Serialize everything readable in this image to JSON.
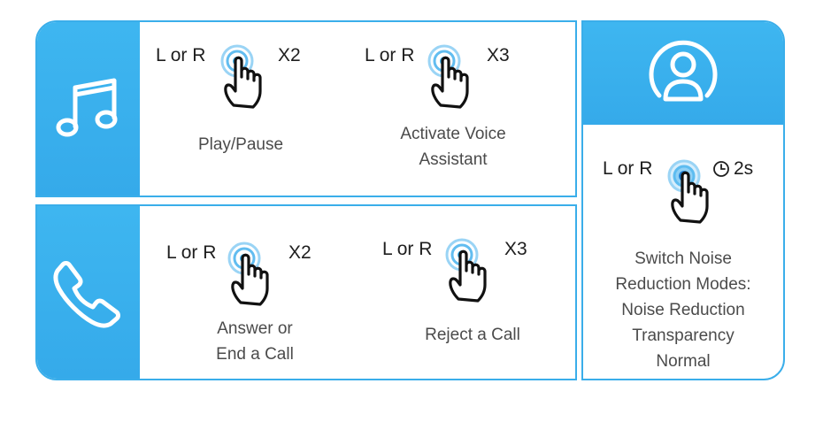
{
  "colors": {
    "accent": "#3aaeea",
    "text": "#1e1e1e",
    "caption": "#4b4b4b"
  },
  "music": {
    "icon": "music-note-icon",
    "gestures": [
      {
        "lr": "L or R",
        "count": "X2",
        "label_lines": [
          "Play/Pause"
        ]
      },
      {
        "lr": "L or R",
        "count": "X3",
        "label_lines": [
          "Activate Voice",
          "Assistant"
        ]
      }
    ]
  },
  "calls": {
    "icon": "phone-icon",
    "gestures": [
      {
        "lr": "L or R",
        "count": "X2",
        "label_lines": [
          "Answer or",
          "End a Call"
        ]
      },
      {
        "lr": "L or R",
        "count": "X3",
        "label_lines": [
          "Reject a Call"
        ]
      }
    ]
  },
  "noise": {
    "icon": "user-icon",
    "lr": "L or R",
    "hold": "2s",
    "hold_icon": "clock-icon",
    "label_lines": [
      "Switch Noise",
      "Reduction Modes:",
      "Noise Reduction",
      "Transparency",
      "Normal"
    ]
  }
}
